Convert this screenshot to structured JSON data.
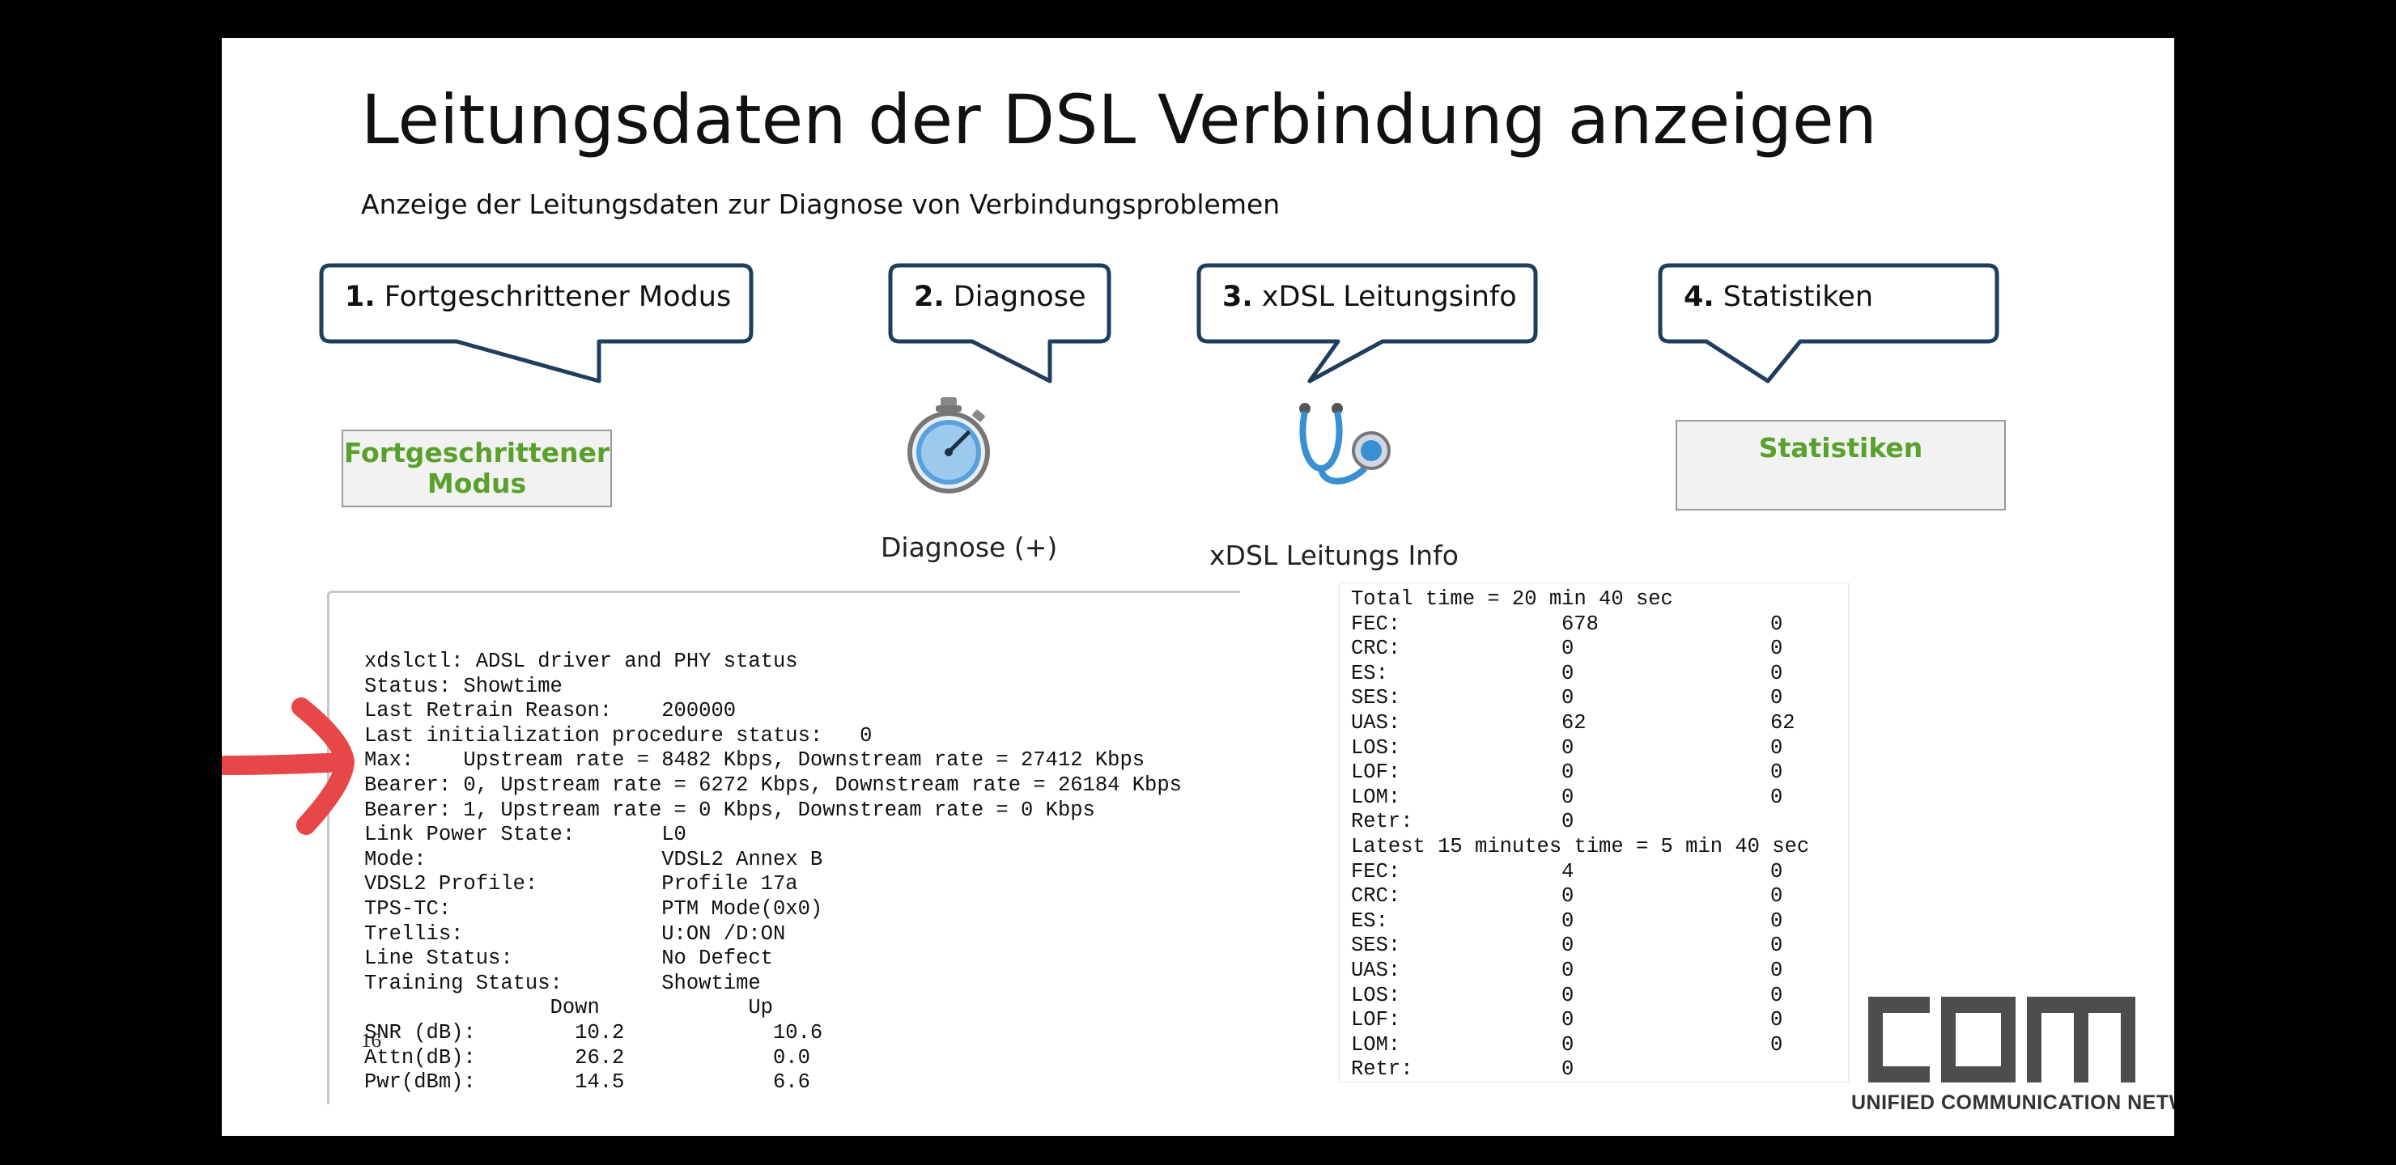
{
  "slide": {
    "title": "Leitungsdaten der DSL Verbindung anzeigen",
    "subtitle": "Anzeige der Leitungsdaten zur Diagnose von  Verbindungsproblemen",
    "page_number": "16"
  },
  "callouts": [
    {
      "num": "1.",
      "text": " Fortgeschrittener Modus"
    },
    {
      "num": "2.",
      "text": " Diagnose"
    },
    {
      "num": "3.",
      "text": " xDSL Leitungsinfo"
    },
    {
      "num": "4.",
      "text": " Statistiken"
    }
  ],
  "buttons": {
    "advanced_line1": "Fortgeschrittener",
    "advanced_line2": "Modus",
    "statistics": "Statistiken"
  },
  "icons": {
    "diagnose_label": "Diagnose (+)",
    "xdsl_label": "xDSL Leitungs Info"
  },
  "colors": {
    "callout_border": "#1f3d5c",
    "button_text": "#5aa02c",
    "arrow": "#e8474a",
    "stopwatch": "#5aa0dc",
    "stethoscope": "#3a8fd0"
  },
  "xdsl_status": {
    "lines": [
      "xdslctl: ADSL driver and PHY status",
      "Status: Showtime",
      "Last Retrain Reason:    200000",
      "Last initialization procedure status:   0",
      "Max:    Upstream rate = 8482 Kbps, Downstream rate = 27412 Kbps",
      "Bearer: 0, Upstream rate = 6272 Kbps, Downstream rate = 26184 Kbps",
      "Bearer: 1, Upstream rate = 0 Kbps, Downstream rate = 0 Kbps",
      "Link Power State:       L0",
      "Mode:                   VDSL2 Annex B",
      "VDSL2 Profile:          Profile 17a",
      "TPS-TC:                 PTM Mode(0x0)",
      "Trellis:                U:ON /D:ON",
      "Line Status:            No Defect",
      "Training Status:        Showtime",
      "               Down            Up",
      "SNR (dB):        10.2            10.6",
      "Attn(dB):        26.2            0.0",
      "Pwr(dBm):        14.5            6.6"
    ]
  },
  "stats": {
    "total_time": "Total time = 20 min 40 sec",
    "total_rows": [
      {
        "label": "FEC:",
        "down": "678",
        "up": "0"
      },
      {
        "label": "CRC:",
        "down": "0",
        "up": "0"
      },
      {
        "label": "ES:",
        "down": "0",
        "up": "0"
      },
      {
        "label": "SES:",
        "down": "0",
        "up": "0"
      },
      {
        "label": "UAS:",
        "down": "62",
        "up": "62"
      },
      {
        "label": "LOS:",
        "down": "0",
        "up": "0"
      },
      {
        "label": "LOF:",
        "down": "0",
        "up": "0"
      },
      {
        "label": "LOM:",
        "down": "0",
        "up": "0"
      },
      {
        "label": "Retr:",
        "down": "0",
        "up": ""
      }
    ],
    "latest_time": "Latest 15 minutes time = 5 min 40 sec",
    "latest_rows": [
      {
        "label": "FEC:",
        "down": "4",
        "up": "0"
      },
      {
        "label": "CRC:",
        "down": "0",
        "up": "0"
      },
      {
        "label": "ES:",
        "down": "0",
        "up": "0"
      },
      {
        "label": "SES:",
        "down": "0",
        "up": "0"
      },
      {
        "label": "UAS:",
        "down": "0",
        "up": "0"
      },
      {
        "label": "LOS:",
        "down": "0",
        "up": "0"
      },
      {
        "label": "LOF:",
        "down": "0",
        "up": "0"
      },
      {
        "label": "LOM:",
        "down": "0",
        "up": "0"
      },
      {
        "label": "Retr:",
        "down": "0",
        "up": ""
      }
    ]
  },
  "logo": {
    "text": "com",
    "tagline": "UNIFIED COMMUNICATION NETWORK"
  }
}
